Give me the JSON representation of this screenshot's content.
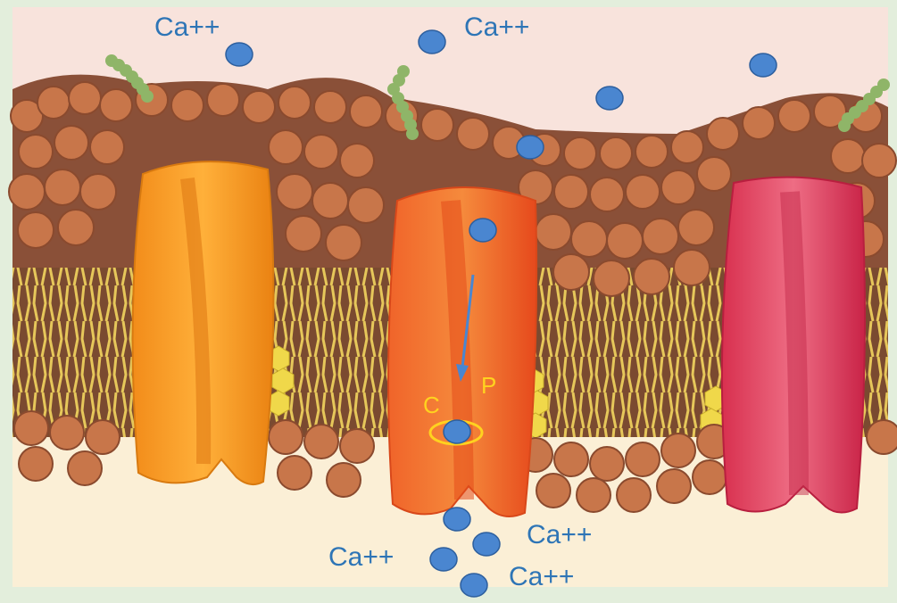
{
  "labels": {
    "ion_top_left": "Ca++",
    "ion_top_mid": "Ca++",
    "ion_bottom_left": "Ca++",
    "ion_bottom_right_upper": "Ca++",
    "ion_bottom_right_lower": "Ca++",
    "marker_c": "C",
    "marker_p": "P"
  },
  "colors": {
    "frame": "#e3eedc",
    "extracellular": "#f8e3dc",
    "intracellular": "#fbefd6",
    "ion": "#4a86d0",
    "label_text": "#2e75b6",
    "marker_text": "#ffd21f",
    "channel_left": "#f39a1e",
    "channel_center": "#ee5a24",
    "channel_right": "#d83a5a",
    "lipid_head": "#c8764a",
    "lipid_tail": "#e6c75a",
    "glycan": "#8fb568"
  }
}
